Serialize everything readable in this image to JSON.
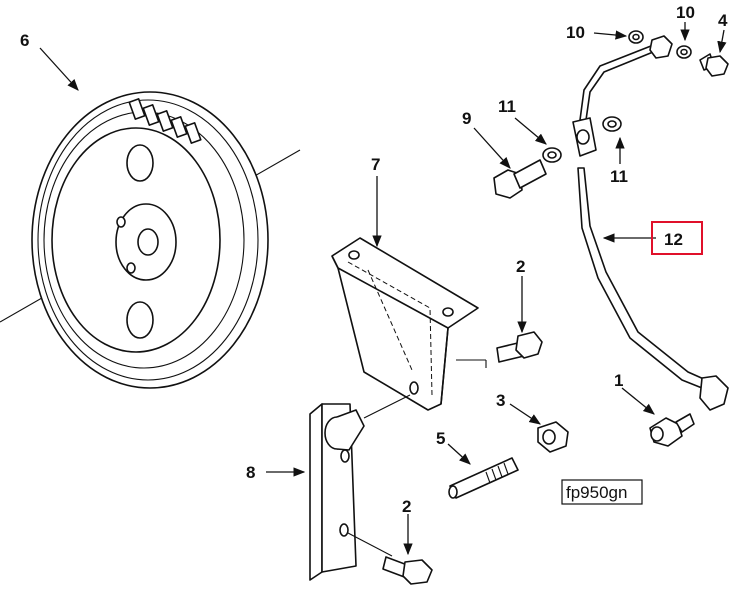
{
  "callouts": {
    "c1": "1",
    "c2a": "2",
    "c2b": "2",
    "c3": "3",
    "c4": "4",
    "c5": "5",
    "c6": "6",
    "c7": "7",
    "c8": "8",
    "c9": "9",
    "c10a": "10",
    "c10b": "10",
    "c11a": "11",
    "c11b": "11",
    "c12": "12"
  },
  "figure_ref": "fp950gn",
  "colors": {
    "ink": "#111111",
    "highlight_box": "#e0102a",
    "background": "#ffffff"
  }
}
